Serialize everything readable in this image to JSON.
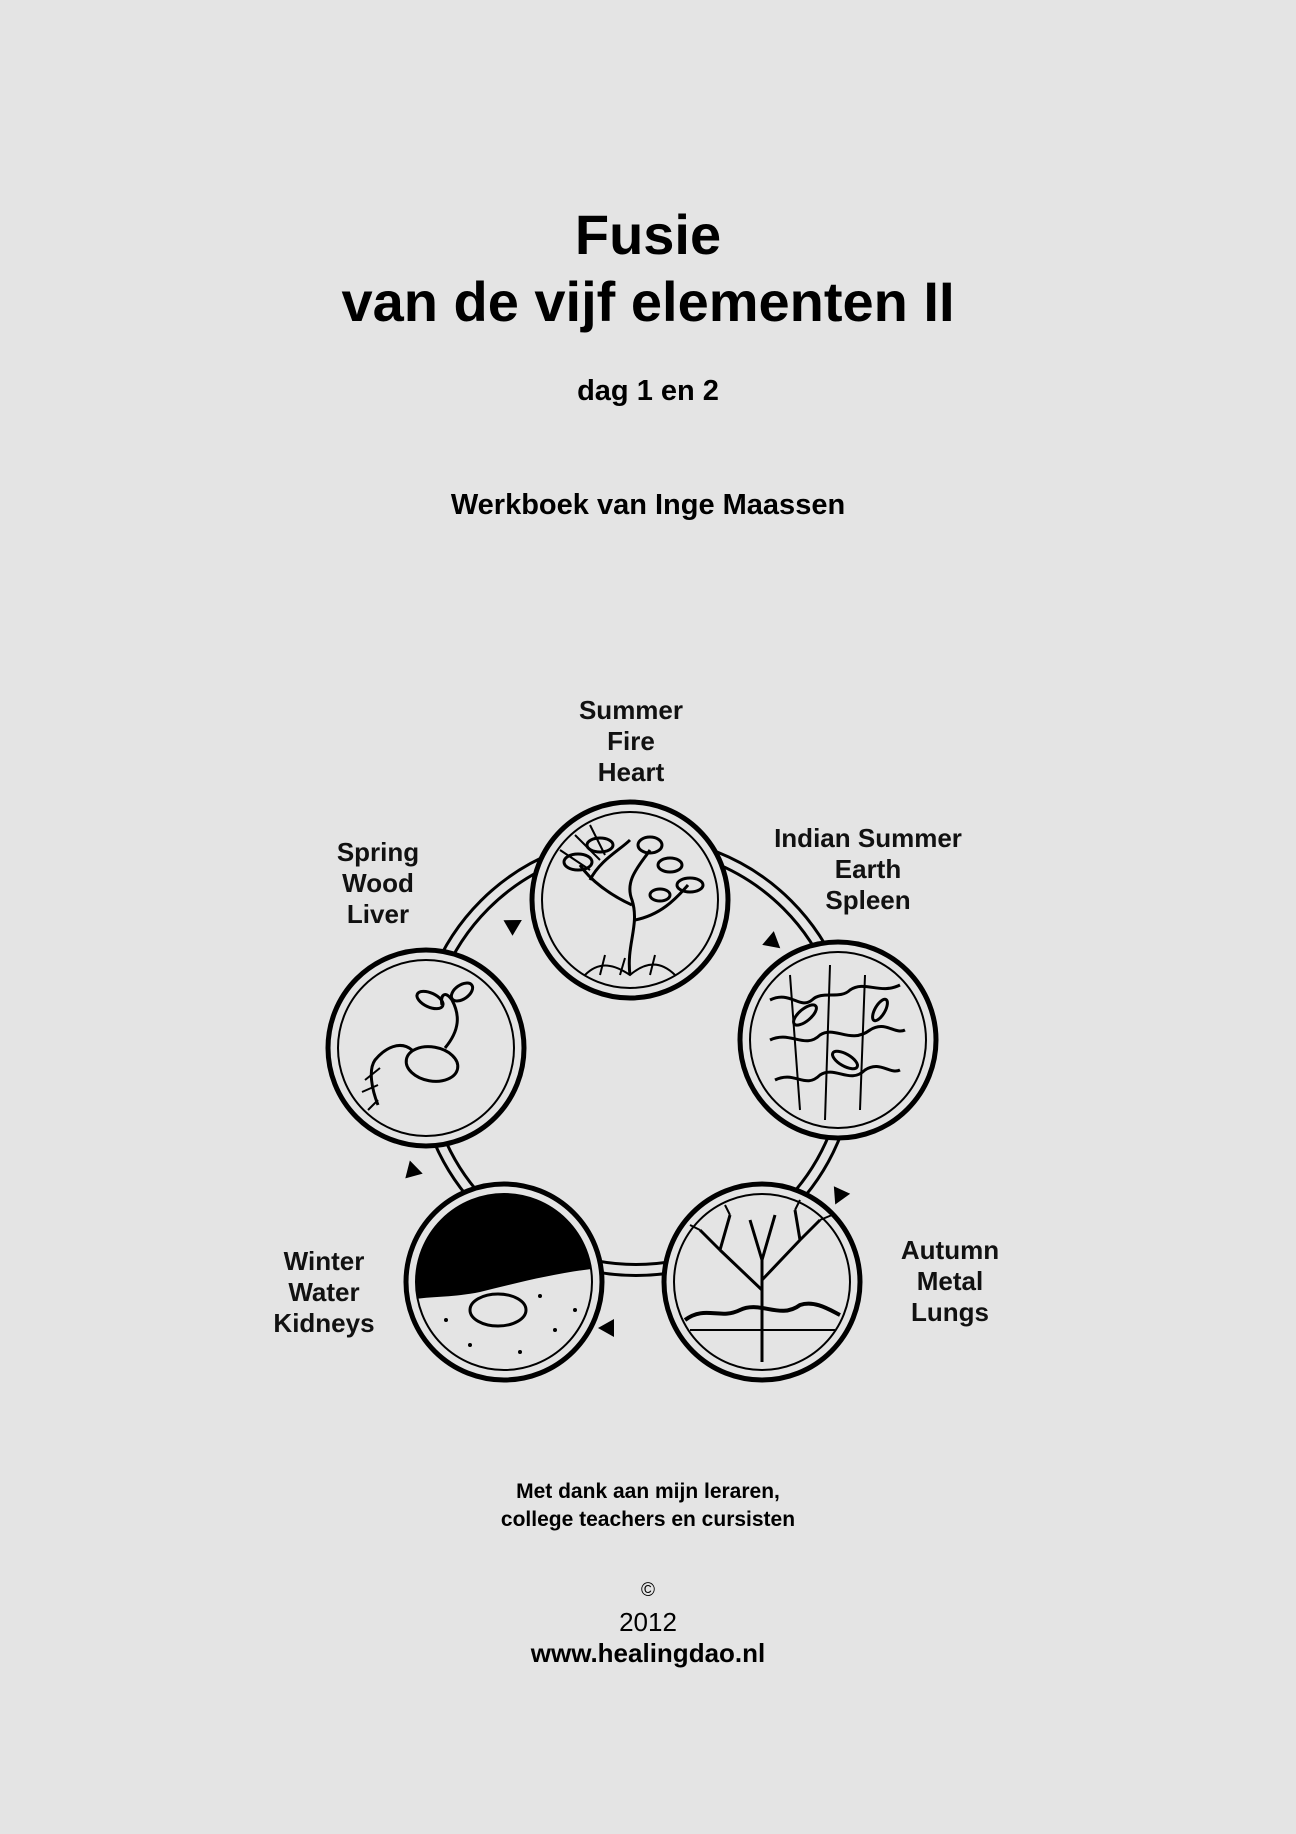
{
  "title": {
    "line1": "Fusie",
    "line2": "van de vijf elementen II"
  },
  "subtitle": "dag 1 en 2",
  "author": "Werkboek van Inge Maassen",
  "diagram": {
    "elements": [
      {
        "id": "fire",
        "season": "Summer",
        "element": "Fire",
        "organ": "Heart"
      },
      {
        "id": "earth",
        "season": "Indian Summer",
        "element": "Earth",
        "organ": "Spleen"
      },
      {
        "id": "metal",
        "season": "Autumn",
        "element": "Metal",
        "organ": "Lungs"
      },
      {
        "id": "water",
        "season": "Winter",
        "element": "Water",
        "organ": "Kidneys"
      },
      {
        "id": "wood",
        "season": "Spring",
        "element": "Wood",
        "organ": "Liver"
      }
    ]
  },
  "footer": {
    "thanks_line1": "Met dank aan mijn leraren,",
    "thanks_line2": "college teachers en cursisten",
    "copyright": "©",
    "year": "2012",
    "url": "www.healingdao.nl"
  }
}
